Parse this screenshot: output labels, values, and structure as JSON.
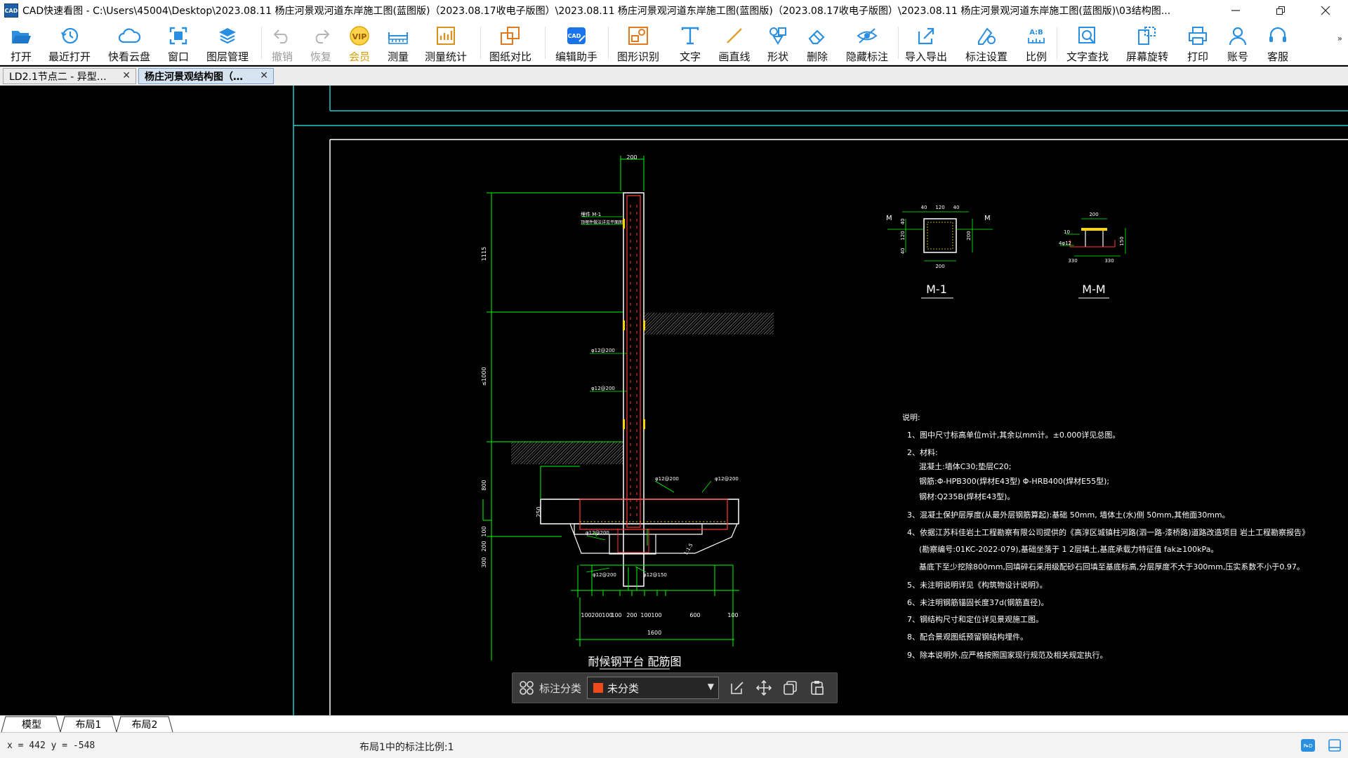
{
  "window": {
    "title": "CAD快速看图 - C:\\Users\\45004\\Desktop\\2023.08.11 杨庄河景观河道东岸施工图(蓝图版)（2023.08.17收电子版图）\\2023.08.11 杨庄河景观河道东岸施工图(蓝图版)（2023.08.17收电子版图）\\2023.08.11 杨庄河景观河道东岸施工图(蓝图版)\\03结构图..."
  },
  "toolbar": [
    {
      "label": "打开",
      "icon": "folder-open-icon"
    },
    {
      "label": "最近打开",
      "icon": "history-icon"
    },
    {
      "label": "快看云盘",
      "icon": "cloud-icon"
    },
    {
      "label": "窗口",
      "icon": "window-icon"
    },
    {
      "label": "图层管理",
      "icon": "layers-icon"
    },
    {
      "label": "撤销",
      "icon": "undo-icon",
      "disabled": true
    },
    {
      "label": "恢复",
      "icon": "redo-icon",
      "disabled": true
    },
    {
      "label": "会员",
      "icon": "vip-icon",
      "vip": true
    },
    {
      "label": "测量",
      "icon": "ruler-icon"
    },
    {
      "label": "测量统计",
      "icon": "measure-stats-icon"
    },
    {
      "label": "图纸对比",
      "icon": "compare-icon"
    },
    {
      "label": "编辑助手",
      "icon": "cad-edit-icon"
    },
    {
      "label": "图形识别",
      "icon": "shape-recognition-icon"
    },
    {
      "label": "文字",
      "icon": "text-icon"
    },
    {
      "label": "画直线",
      "icon": "line-icon"
    },
    {
      "label": "形状",
      "icon": "shapes-icon"
    },
    {
      "label": "删除",
      "icon": "eraser-icon"
    },
    {
      "label": "隐藏标注",
      "icon": "eye-hidden-icon"
    },
    {
      "label": "导入导出",
      "icon": "import-export-icon"
    },
    {
      "label": "标注设置",
      "icon": "annotation-settings-icon"
    },
    {
      "label": "比例",
      "icon": "scale-icon"
    },
    {
      "label": "文字查找",
      "icon": "text-search-icon"
    },
    {
      "label": "屏幕旋转",
      "icon": "rotate-screen-icon"
    },
    {
      "label": "打印",
      "icon": "printer-icon"
    },
    {
      "label": "账号",
      "icon": "user-icon"
    },
    {
      "label": "客服",
      "icon": "headset-icon"
    }
  ],
  "tabs": [
    {
      "label": "LD2.1节点二 - 异型…",
      "active": false
    },
    {
      "label": "杨庄河景观结构图（…",
      "active": true
    }
  ],
  "drawing": {
    "main_title": "耐候钢平台 配筋图",
    "dims": {
      "top_width": "200",
      "left_upper": "1115",
      "left_mid": "≤1000",
      "left_lower": "800",
      "left_250": "250",
      "left_100": "100",
      "left_200": "200",
      "left_300": "300",
      "bottom": [
        "100",
        "200",
        "100",
        "100",
        "200",
        "100",
        "100",
        "600",
        "100"
      ],
      "bottom_total": "1600"
    },
    "rebar_labels": {
      "embed_1": "埋件 M-1",
      "embed_2": "顶埋件做法详见平面图",
      "r1": "φ12@200",
      "r2": "φ12@200",
      "r3": "φ12@200",
      "r4": "φ12@200",
      "r5": "φ12@200",
      "r6": "φ12@200",
      "r7": "φ12@150",
      "slope": "1:1.5"
    },
    "m1": {
      "title": "M-1",
      "marker": "M",
      "dims_top": [
        "40",
        "120",
        "40"
      ],
      "dim_bottom": "200",
      "dim_right": "200",
      "dims_left": [
        "40",
        "120",
        "40"
      ]
    },
    "mm": {
      "title": "M-M",
      "dim_top": "200",
      "dim_right": "150",
      "label_a": "10",
      "label_b": "4φ12",
      "dim_b1": "330",
      "dim_b2": "330"
    },
    "notes": {
      "heading": "说明:",
      "lines": [
        "1、图中尺寸标高单位m计,其余以mm计。±0.000详见总图。",
        "2、材料:",
        "混凝土:墙体C30;垫层C20;",
        "钢筋:Φ-HPB300(焊材E43型) Φ-HRB400(焊材E55型);",
        "钢材:Q235B(焊材E43型)。",
        "3、混凝土保护层厚度(从最外层钢筋算起):基础 50mm, 墙体土(水)侧 50mm,其他面30mm。",
        "4、依据江苏科佳岩土工程勘察有限公司提供的《高淳区城镇柱河路(泗一路-漆桥路)道路改造项目 岩土工程勘察报告》",
        "(勘察编号:01KC-2022-079),基础坐落于 1 2层填土,基底承载力特征值 fak≥100kPa。",
        "基底下至少挖除800mm,回填碎石采用级配砂石回填至基底标高,分层厚度不大于300mm,压实系数不小于0.97。",
        "5、未注明说明详见《构筑物设计说明》。",
        "6、未注明钢筋锚固长度37d(钢筋直径)。",
        "7、钢结构尺寸和定位详见景观施工图。",
        "8、配合景观图纸预留钢结构埋件。",
        "9、除本说明外,应严格按照国家现行规范及相关规定执行。"
      ]
    }
  },
  "annotation_bar": {
    "label": "标注分类",
    "selected": "未分类",
    "swatch_color": "#ef4a1e"
  },
  "layout_tabs": [
    "模型",
    "布局1",
    "布局2"
  ],
  "status": {
    "coords": "x = 442 y = -548",
    "scale": "布局1中的标注比例:1"
  }
}
